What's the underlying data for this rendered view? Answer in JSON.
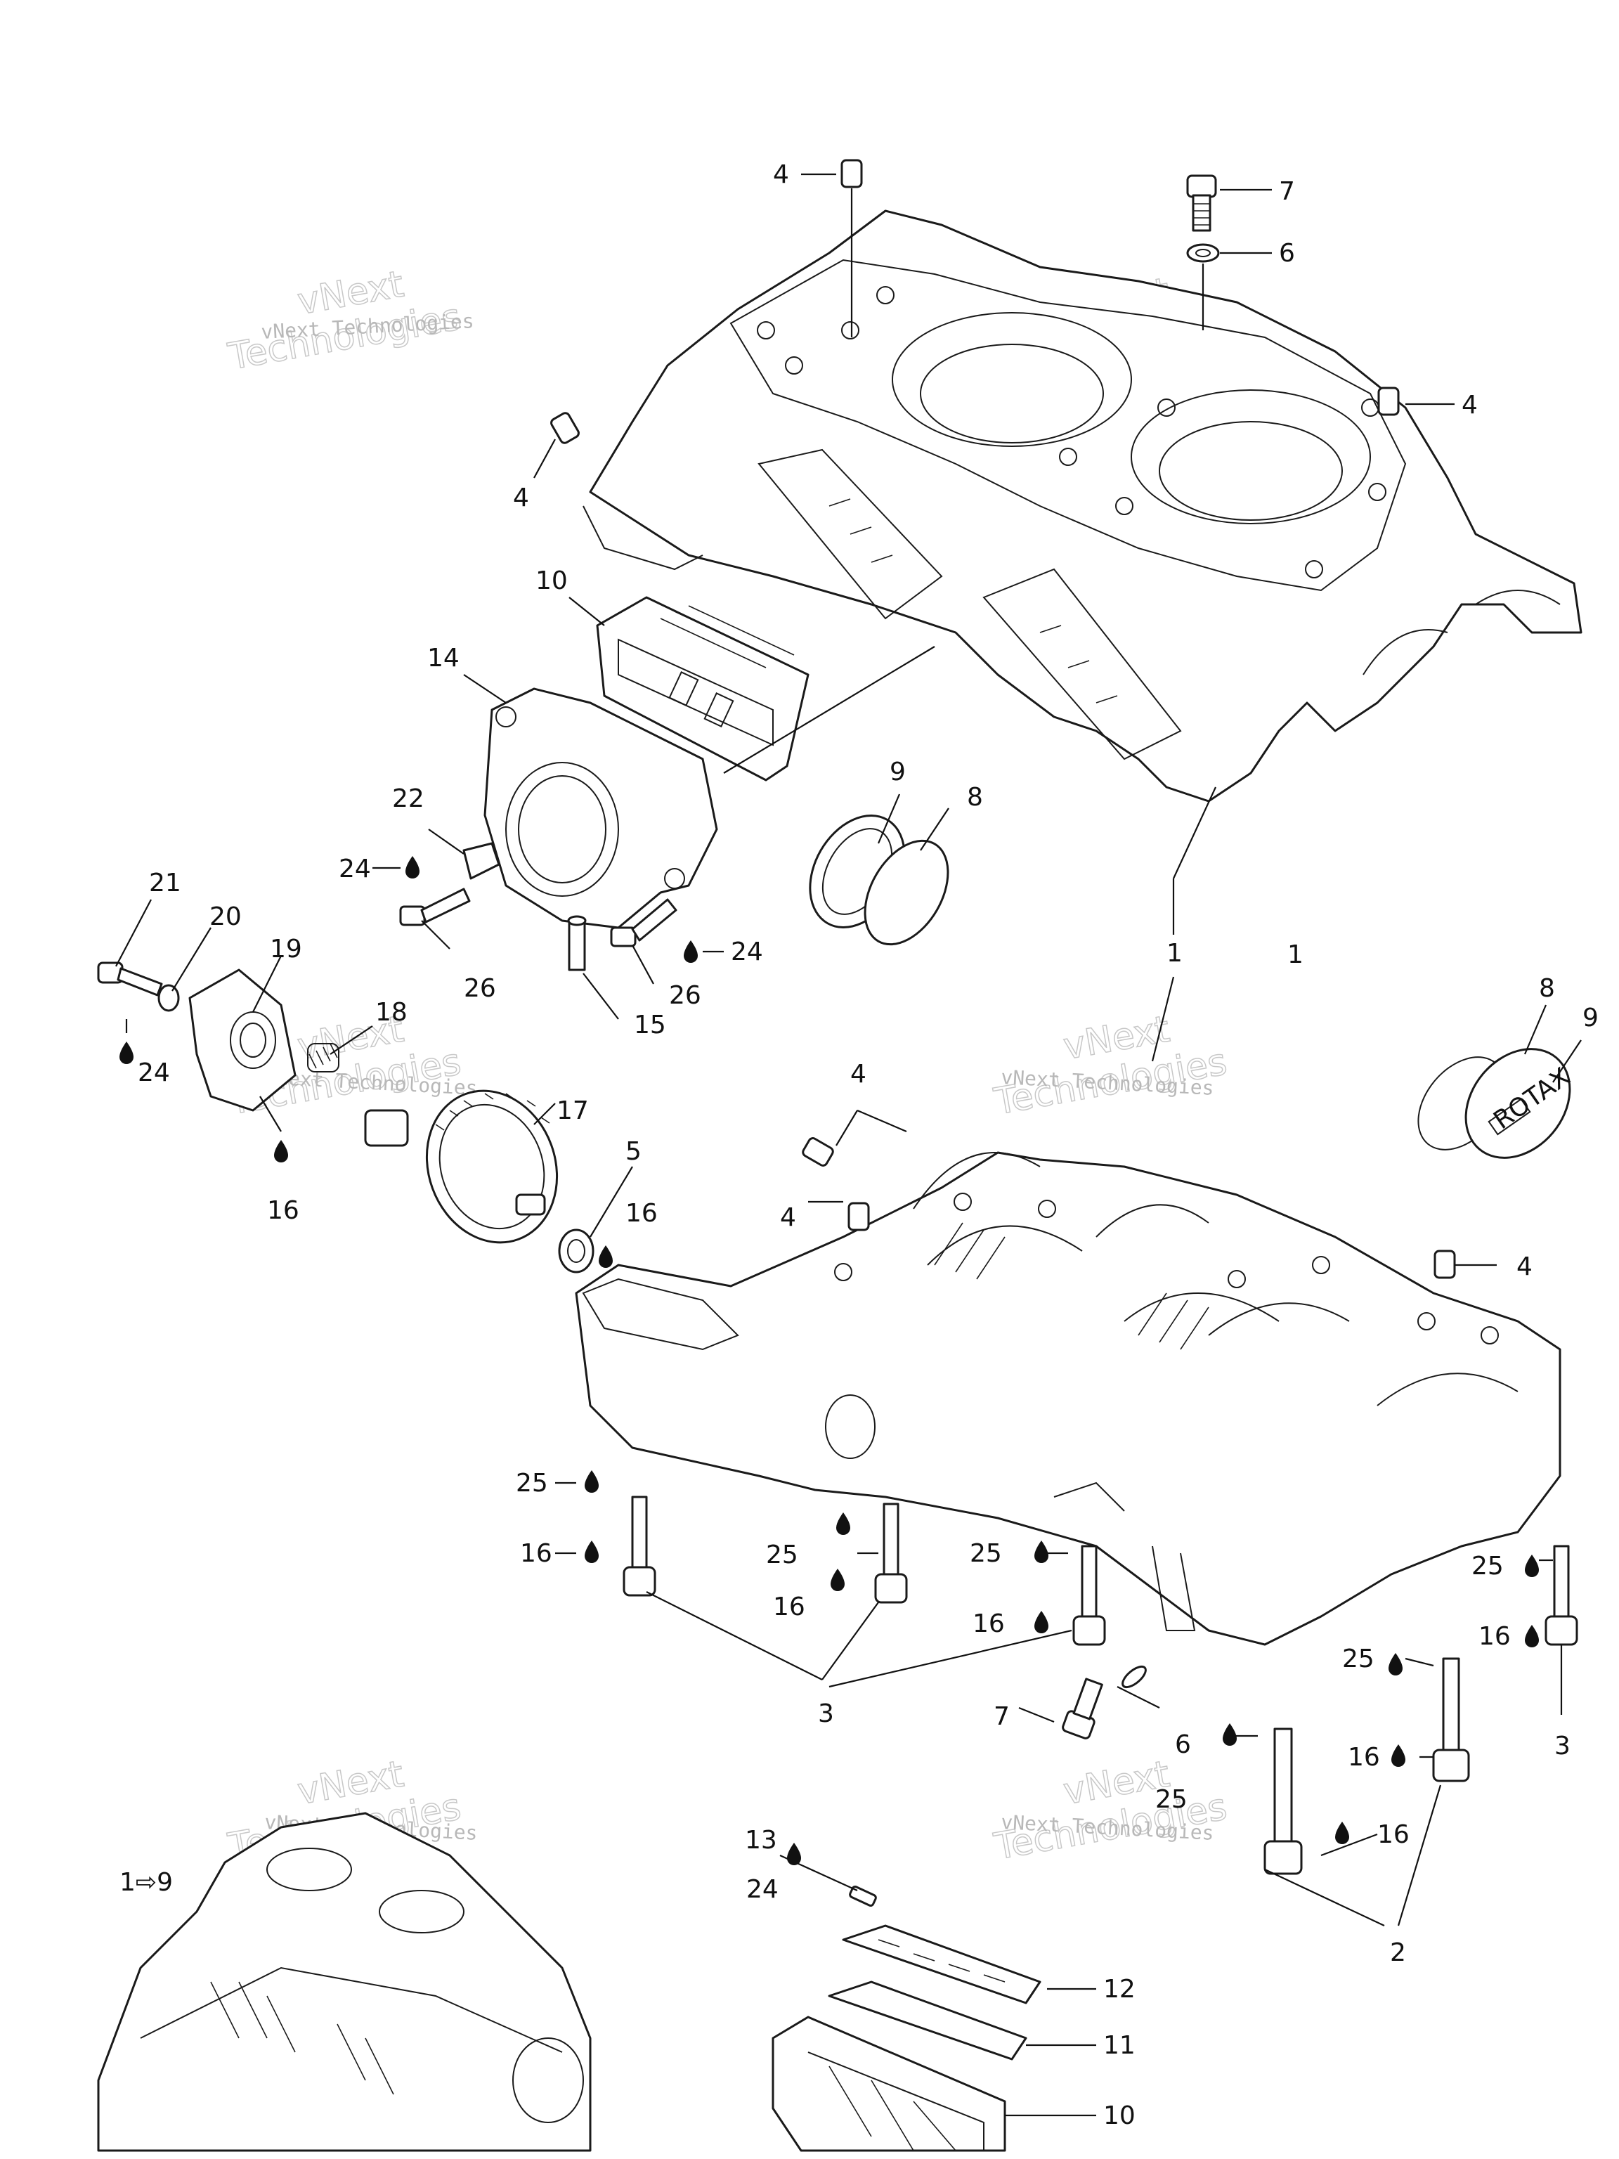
{
  "watermark": {
    "line1": "vNext",
    "line2": "Technologies",
    "combined": "vNext Technologies"
  },
  "callouts": [
    "1",
    "1",
    "2",
    "3",
    "3",
    "4",
    "4",
    "4",
    "4",
    "4",
    "4",
    "5",
    "6",
    "6",
    "7",
    "7",
    "8",
    "8",
    "9",
    "9",
    "10",
    "10",
    "11",
    "12",
    "13",
    "14",
    "15",
    "16",
    "16",
    "16",
    "16",
    "16",
    "16",
    "16",
    "16",
    "17",
    "18",
    "19",
    "20",
    "21",
    "22",
    "24",
    "24",
    "24",
    "24",
    "25",
    "25",
    "25",
    "25",
    "25",
    "26",
    "26"
  ],
  "reference_label": "1⇨9",
  "rotax_badge": "ROTAX"
}
